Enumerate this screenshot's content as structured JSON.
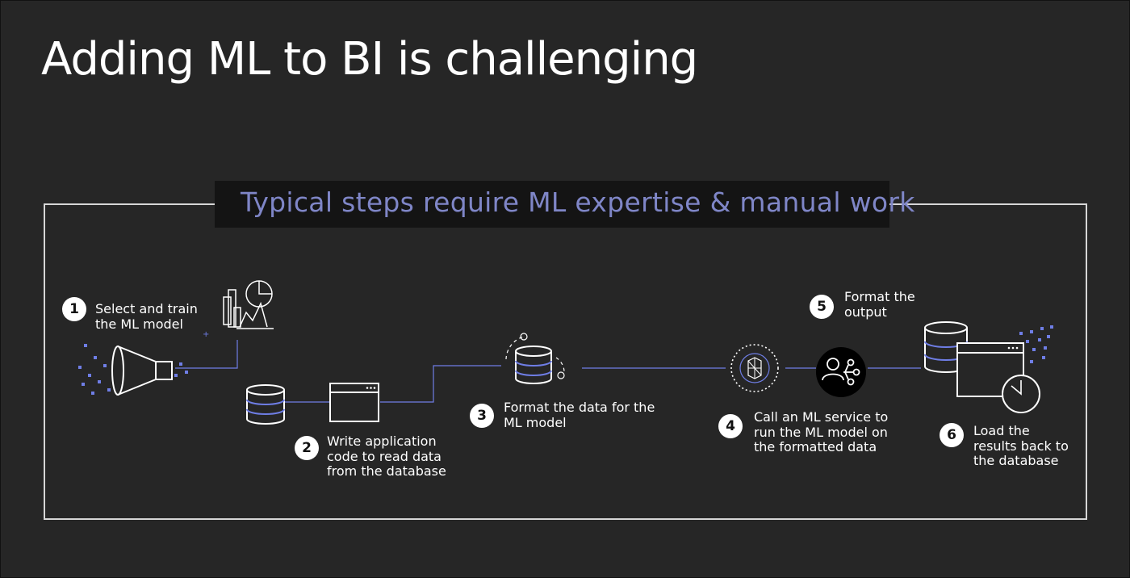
{
  "title": "Adding ML to BI is challenging",
  "banner": "Typical steps require ML expertise & manual work",
  "colors": {
    "background": "#262626",
    "banner_text": "#7f86c7",
    "icon_stroke": "#ffffff",
    "connector": "#6f7ee6",
    "dots": "#6f7ee6"
  },
  "steps": [
    {
      "number": "1",
      "label": "Select and train\nthe ML model",
      "icon": "funnel-with-charts-icon"
    },
    {
      "number": "2",
      "label": "Write application\ncode to read data\nfrom the database",
      "icon": "database-and-code-window-icon"
    },
    {
      "number": "3",
      "label": "Format the data for the\nML model",
      "icon": "database-formatting-icon"
    },
    {
      "number": "4",
      "label": "Call an ML service to\nrun the ML model on\nthe formatted data",
      "icon": "ml-brain-service-icon"
    },
    {
      "number": "5",
      "label": "Format the\noutput",
      "icon": "user-network-icon"
    },
    {
      "number": "6",
      "label": "Load the\nresults back to\nthe database",
      "icon": "database-window-clock-icon"
    }
  ]
}
